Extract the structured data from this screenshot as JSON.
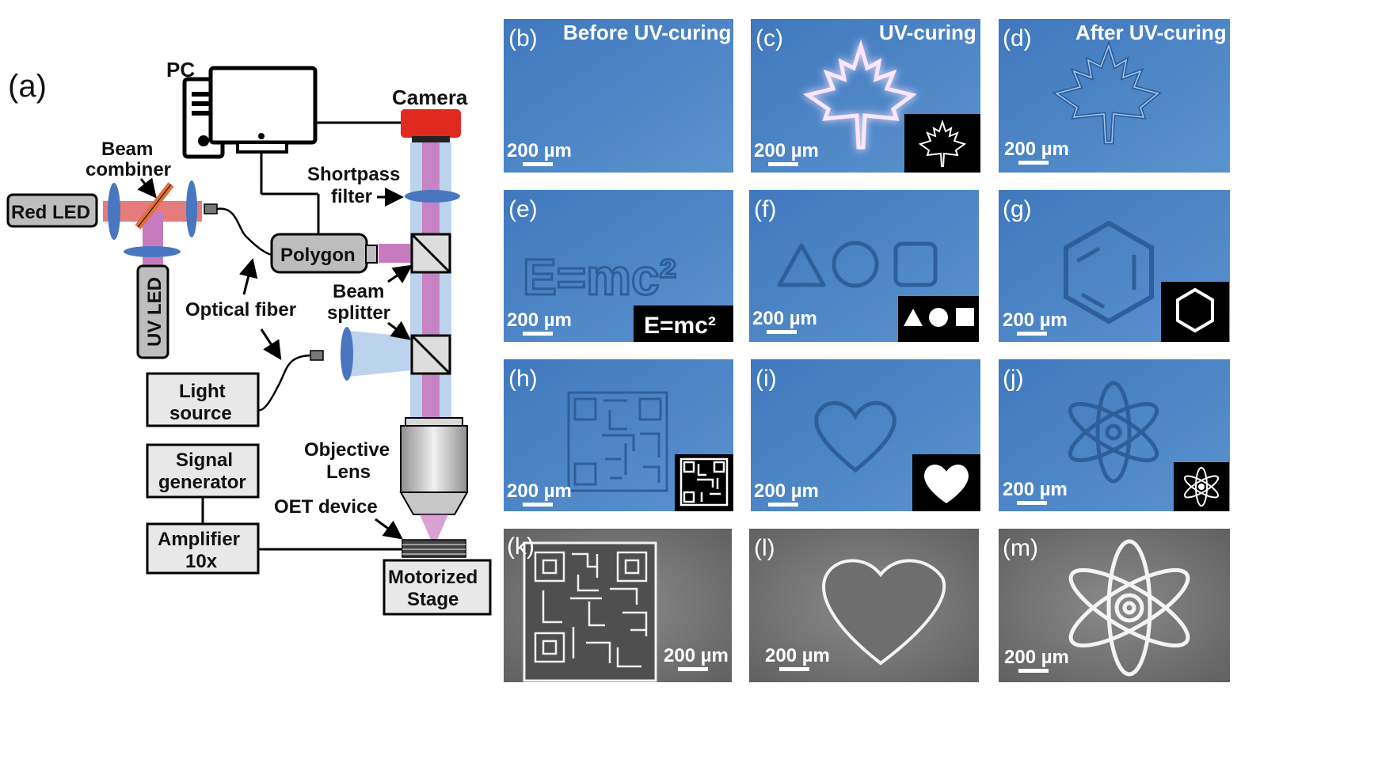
{
  "schematic": {
    "panel_label": "(a)",
    "pc": "PC",
    "camera": "Camera",
    "beam_combiner_line1": "Beam",
    "beam_combiner_line2": "combiner",
    "shortpass_line1": "Shortpass",
    "shortpass_line2": "filter",
    "red_led": "Red LED",
    "uv_led": "UV LED",
    "polygon": "Polygon",
    "beam_splitter_line1": "Beam",
    "beam_splitter_line2": "splitter",
    "optical_fiber": "Optical fiber",
    "light_source_line1": "Light",
    "light_source_line2": "source",
    "signal_generator_line1": "Signal",
    "signal_generator_line2": "generator",
    "amplifier_line1": "Amplifier",
    "amplifier_line2": "10x",
    "objective_line1": "Objective",
    "objective_line2": "Lens",
    "oet_device": "OET device",
    "stage_line1": "Motorized",
    "stage_line2": "Stage"
  },
  "panels": {
    "b": {
      "label": "(b)",
      "title": "Before UV-curing",
      "scale": "200 µm"
    },
    "c": {
      "label": "(c)",
      "title": "UV-curing",
      "scale": "200 µm"
    },
    "d": {
      "label": "(d)",
      "title": "After UV-curing",
      "scale": "200 µm"
    },
    "e": {
      "label": "(e)",
      "scale": "200 µm",
      "pattern": "E=mc²",
      "inset": "E=mc²"
    },
    "f": {
      "label": "(f)",
      "scale": "200 µm"
    },
    "g": {
      "label": "(g)",
      "scale": "200 µm"
    },
    "h": {
      "label": "(h)",
      "scale": "200 µm"
    },
    "i": {
      "label": "(i)",
      "scale": "200 µm"
    },
    "j": {
      "label": "(j)",
      "scale": "200 µm"
    },
    "k": {
      "label": "(k)",
      "scale": "200 µm"
    },
    "l": {
      "label": "(l)",
      "scale": "200 µm"
    },
    "m": {
      "label": "(m)",
      "scale": "200 µm"
    }
  },
  "colors": {
    "micrograph_blue": "#4a84c4",
    "sem_gray": "#7a7a7a",
    "uv_beam": "#c77bbf",
    "red_beam": "#e05a5a",
    "illum_beam": "#bcd3ee",
    "camera_red": "#e02a20",
    "lens_blue": "#4a76c0"
  }
}
